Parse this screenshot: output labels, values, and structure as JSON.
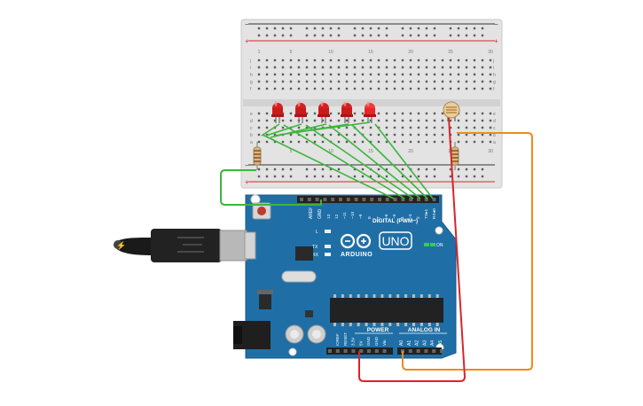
{
  "breadboard": {
    "columns_top": [
      "1",
      "",
      "",
      "",
      "5",
      "",
      "",
      "",
      "",
      "10",
      "",
      "",
      "",
      "",
      "15",
      "",
      "",
      "",
      "",
      "20",
      "",
      "",
      "",
      "",
      "25",
      "",
      "",
      "",
      "",
      "30"
    ],
    "row_letters_top": [
      "j",
      "i",
      "h",
      "g",
      "f"
    ],
    "row_letters_bottom": [
      "e",
      "d",
      "c",
      "b",
      "a"
    ],
    "minus_label": "−",
    "plus_label": "+"
  },
  "arduino": {
    "brand": "ARDUINO",
    "model": "UNO",
    "on_label": "ON",
    "l_label": "L",
    "tx_label": "TX",
    "rx_label": "RX",
    "digital_label": "DIGITAL (PWM~)",
    "power_label": "POWER",
    "analog_label": "ANALOG IN",
    "aref_label": "AREF",
    "gnd_label": "GND",
    "digital_pins": [
      "13",
      "12",
      "~11",
      "~10",
      "~9",
      "8",
      "7",
      "~6",
      "~5",
      "4",
      "~3",
      "2",
      "TX▸1",
      "RX◂0"
    ],
    "power_pins": [
      "IOREF",
      "RESET",
      "3.3V",
      "5V",
      "GND",
      "GND",
      "Vin"
    ],
    "analog_pins": [
      "A0",
      "A1",
      "A2",
      "A3",
      "A4",
      "A5"
    ]
  },
  "colors": {
    "board_blue": "#1f6fa6",
    "breadboard": "#e6e6e6",
    "wire_green": "#3db53d",
    "wire_orange": "#ee8a1f",
    "wire_red": "#d8252a",
    "led_red": "#cc1a1a"
  }
}
